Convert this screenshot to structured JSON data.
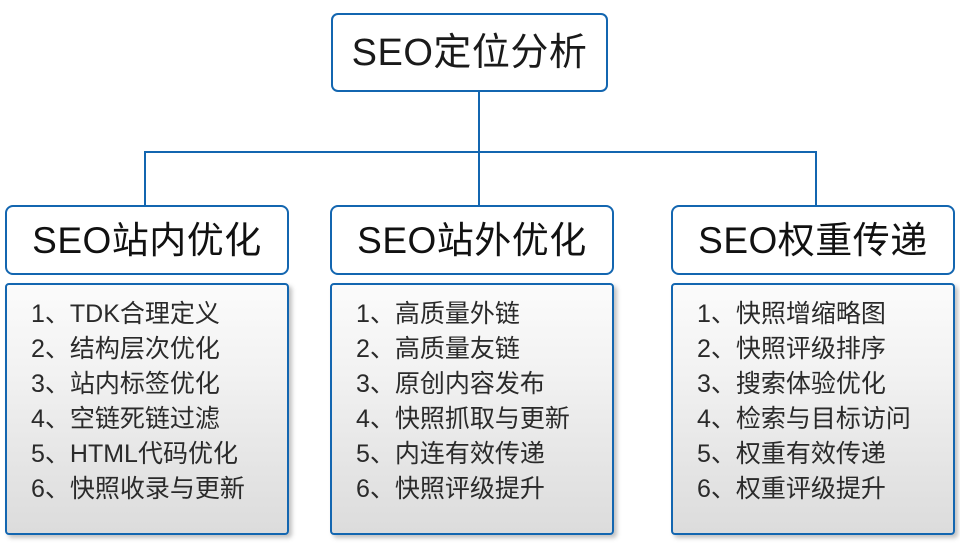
{
  "diagram": {
    "title": "SEO定位分析",
    "accent_color": "#1366b0",
    "text_color": "#1a1a1a",
    "list_background_top": "#fbfbfb",
    "list_background_bottom": "#dcdcdc",
    "columns": [
      {
        "heading": "SEO站内优化",
        "items": [
          "1、TDK合理定义",
          "2、结构层次优化",
          "3、站内标签优化",
          "4、空链死链过滤",
          "5、HTML代码优化",
          "6、快照收录与更新"
        ]
      },
      {
        "heading": "SEO站外优化",
        "items": [
          "1、高质量外链",
          "2、高质量友链",
          "3、原创内容发布",
          "4、快照抓取与更新",
          "5、内连有效传递",
          "6、快照评级提升"
        ]
      },
      {
        "heading": "SEO权重传递",
        "items": [
          "1、快照增缩略图",
          "2、快照评级排序",
          "3、搜索体验优化",
          "4、检索与目标访问",
          "5、权重有效传递",
          "6、权重评级提升"
        ]
      }
    ]
  }
}
